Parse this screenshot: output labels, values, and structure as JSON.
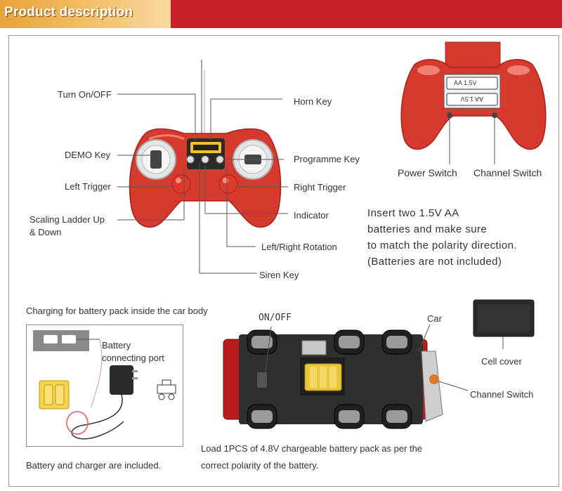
{
  "header": {
    "title": "Product description"
  },
  "remote_labels": {
    "turn_on_off": "Turn On/OFF",
    "demo_key": "DEMO Key",
    "left_trigger": "Left Trigger",
    "scaling_ladder_1": "Scaling Ladder Up",
    "scaling_ladder_2": "& Down",
    "horn_key": "Horn Key",
    "programme_key": "Programme Key",
    "right_trigger": "Right Trigger",
    "indicator": "Indicator",
    "left_right_rotation": "Left/Right Rotation",
    "siren_key": "Siren Key"
  },
  "battery_compartment": {
    "cell_top": "AA 1.5V",
    "cell_bottom": "AA 1.5V",
    "power_switch": "Power Switch",
    "channel_switch": "Channel Switch"
  },
  "battery_note": {
    "line1": "Insert two 1.5V AA",
    "line2": "batteries and make sure",
    "line3": "to match the polarity direction.",
    "line4": "(Batteries are not included)"
  },
  "charging": {
    "heading": "Charging for battery pack inside the car body",
    "port_label_1": "Battery",
    "port_label_2": "connecting port",
    "included_note": "Battery and charger are included."
  },
  "car": {
    "on_off": "ON/OFF",
    "car_label": "Car",
    "cell_cover": "Cell cover",
    "channel_switch": "Channel Switch",
    "load_note_1": "Load 1PCS of 4.8V chargeable battery pack as per the",
    "load_note_2": "correct polarity of the battery."
  }
}
